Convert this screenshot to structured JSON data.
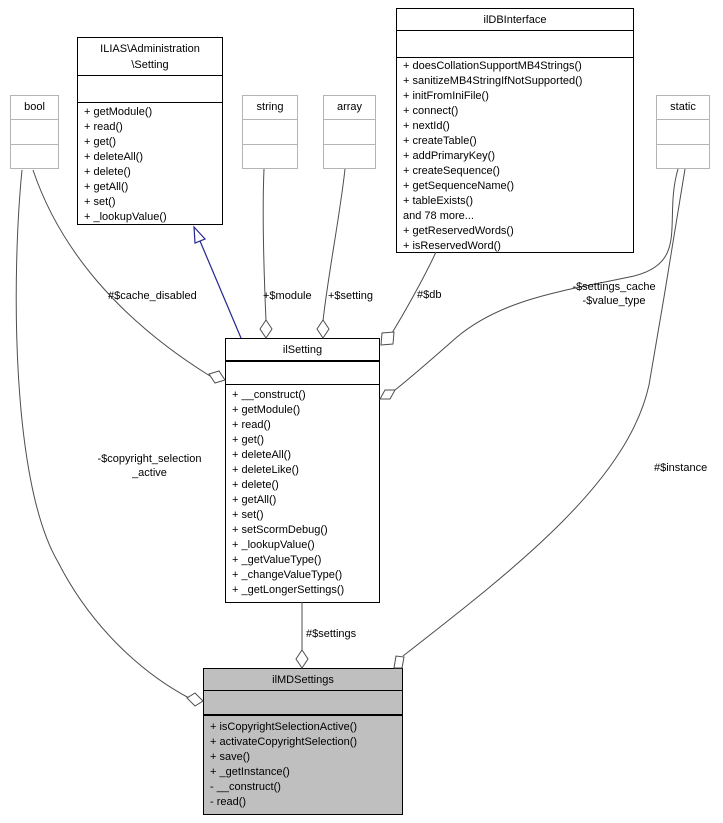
{
  "colors": {
    "background": "#ffffff",
    "class_border": "#000000",
    "type_border": "#b4b4b4",
    "highlight_fill": "#bfbfbf",
    "edge": "#4d4d4d",
    "inheritance_edge": "#252590"
  },
  "classes": {
    "setting_ns": {
      "title_line1": "ILIAS\\Administration",
      "title_line2": "\\Setting",
      "methods": [
        "+ getModule()",
        "+ read()",
        "+ get()",
        "+ deleteAll()",
        "+ delete()",
        "+ getAll()",
        "+ set()",
        "+ _lookupValue()"
      ]
    },
    "ildb": {
      "title": "ilDBInterface",
      "methods": [
        "+ doesCollationSupportMB4Strings()",
        "+ sanitizeMB4StringIfNotSupported()",
        "+ initFromIniFile()",
        "+ connect()",
        "+ nextId()",
        "+ createTable()",
        "+ addPrimaryKey()",
        "+ createSequence()",
        "+ getSequenceName()",
        "+ tableExists()",
        "and 78 more...",
        "+ getReservedWords()",
        "+ isReservedWord()"
      ]
    },
    "ilsetting": {
      "title": "ilSetting",
      "methods": [
        "+ __construct()",
        "+ getModule()",
        "+ read()",
        "+ get()",
        "+ deleteAll()",
        "+ deleteLike()",
        "+ delete()",
        "+ getAll()",
        "+ set()",
        "+ setScormDebug()",
        "+ _lookupValue()",
        "+ _getValueType()",
        "+ _changeValueType()",
        "+ _getLongerSettings()"
      ]
    },
    "ilmd": {
      "title": "ilMDSettings",
      "methods": [
        "+ isCopyrightSelectionActive()",
        "+ activateCopyrightSelection()",
        "+ save()",
        "+ _getInstance()",
        "- __construct()",
        "- read()"
      ]
    }
  },
  "types": {
    "bool": {
      "title": "bool"
    },
    "string": {
      "title": "string"
    },
    "array": {
      "title": "array"
    },
    "static": {
      "title": "static"
    }
  },
  "edge_labels": {
    "cache_disabled": "#$cache_disabled",
    "module": "+$module",
    "setting": "+$setting",
    "db": "#$db",
    "settings_cache_line1": "-$settings_cache",
    "settings_cache_line2": "-$value_type",
    "copyright_line1": "-$copyright_selection",
    "copyright_line2": "_active",
    "instance": "#$instance",
    "settings": "#$settings"
  }
}
